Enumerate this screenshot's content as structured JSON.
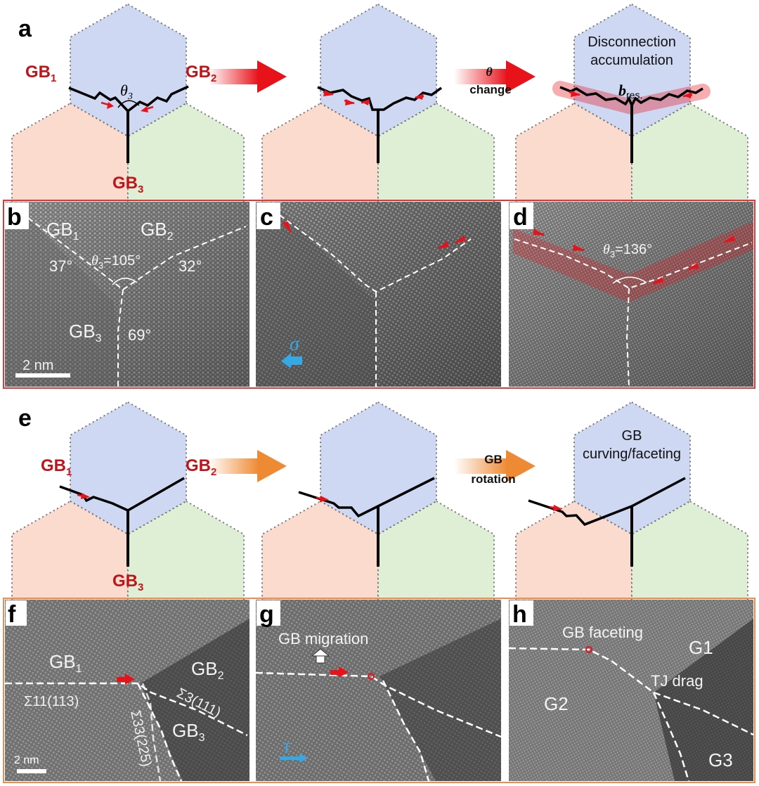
{
  "colors": {
    "grain_blue": "#cfd8f3",
    "grain_red": "#fadbce",
    "grain_green": "#dfefd6",
    "gb_red": "#c0141a",
    "arrow_red": "#e8121a",
    "arrow_orange": "#ef8a34",
    "frame_red": "#d9393b",
    "frame_orange": "#e88e4e",
    "stress_blue": "#35a8e6"
  },
  "panel_labels": {
    "a": "a",
    "b": "b",
    "c": "c",
    "d": "d",
    "e": "e",
    "f": "f",
    "g": "g",
    "h": "h"
  },
  "panel_a": {
    "gb1": "GB",
    "gb1_sub": "1",
    "gb2": "GB",
    "gb2_sub": "2",
    "gb3": "GB",
    "gb3_sub": "3",
    "theta": "θ",
    "theta_sub": "3",
    "theta_change_1": "θ",
    "theta_change_2": "change",
    "note_1": "Disconnection",
    "note_2": "accumulation",
    "bres": "b",
    "bres_sub": "res."
  },
  "panel_b": {
    "gb1": "GB",
    "gb1_sub": "1",
    "gb2": "GB",
    "gb2_sub": "2",
    "gb3": "GB",
    "gb3_sub": "3",
    "angle_gb1": "37°",
    "angle_gb2": "32°",
    "angle_gb3": "69°",
    "theta": "θ",
    "theta_sub": "3",
    "theta_val": "=105°",
    "scale_bar": "2 nm"
  },
  "panel_c": {
    "sigma": "σ"
  },
  "panel_d": {
    "theta": "θ",
    "theta_sub": "3",
    "theta_val": "=136°"
  },
  "panel_e": {
    "gb1": "GB",
    "gb1_sub": "1",
    "gb2": "GB",
    "gb2_sub": "2",
    "gb3": "GB",
    "gb3_sub": "3",
    "rotation_1": "GB",
    "rotation_2": "rotation",
    "note_1": "GB",
    "note_2": "curving/faceting"
  },
  "panel_f": {
    "gb1": "GB",
    "gb1_sub": "1",
    "gb2": "GB",
    "gb2_sub": "2",
    "gb3": "GB",
    "gb3_sub": "3",
    "sigma11": "Σ11(113)",
    "sigma3": "Σ3(111)",
    "sigma33": "Σ33(225)",
    "scale_bar": "2 nm"
  },
  "panel_g": {
    "migration": "GB migration",
    "tau": "τ"
  },
  "panel_h": {
    "faceting": "GB faceting",
    "tj_drag": "TJ drag",
    "g1": "G1",
    "g2": "G2",
    "g3": "G3"
  }
}
